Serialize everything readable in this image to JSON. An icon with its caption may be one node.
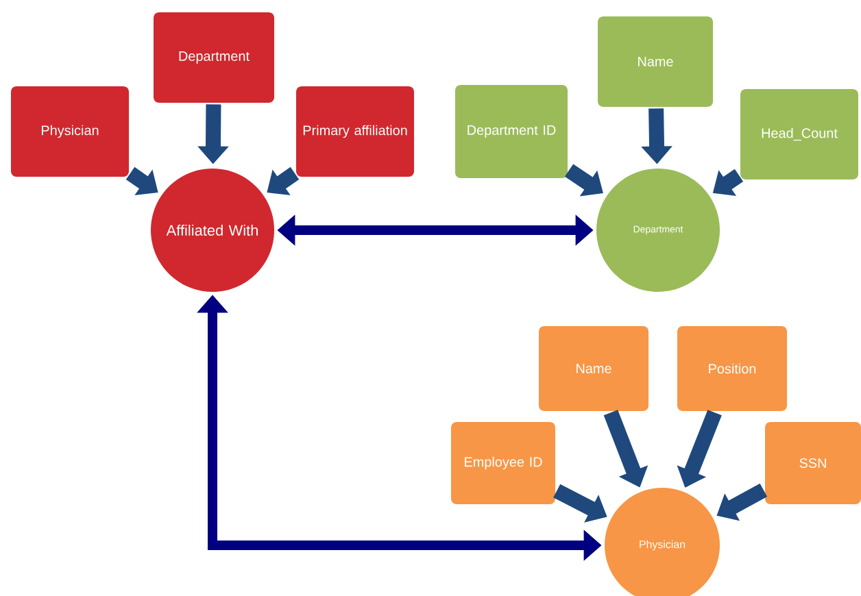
{
  "diagram": {
    "nodes": [
      {
        "text": [
          "Department"
        ]
      },
      {
        "text": [
          "Name"
        ]
      },
      {
        "text": [
          "Physician"
        ]
      },
      {
        "text": [
          "Primary affiliation"
        ]
      },
      {
        "text": [
          "Department ID"
        ]
      },
      {
        "text": [
          "Head_Count"
        ]
      },
      {
        "text": [
          "Affiliated With"
        ]
      },
      {
        "text": [
          "Department"
        ]
      },
      {
        "text": [
          "Name"
        ]
      },
      {
        "text": [
          "Position"
        ]
      },
      {
        "text": [
          "Employee ID"
        ]
      },
      {
        "text": [
          "SSN"
        ]
      },
      {
        "text": [
          "Physician"
        ]
      }
    ],
    "edges": [
      {
        "from": 0,
        "to": 6,
        "arrow": "to"
      },
      {
        "from": 2,
        "to": 6,
        "arrow": "to"
      },
      {
        "from": 3,
        "to": 6,
        "arrow": "to"
      },
      {
        "from": 1,
        "to": 7,
        "arrow": "to"
      },
      {
        "from": 4,
        "to": 7,
        "arrow": "to"
      },
      {
        "from": 5,
        "to": 7,
        "arrow": "to"
      },
      {
        "from": 8,
        "to": 12,
        "arrow": "to"
      },
      {
        "from": 9,
        "to": 12,
        "arrow": "to"
      },
      {
        "from": 10,
        "to": 12,
        "arrow": "to"
      },
      {
        "from": 11,
        "to": 12,
        "arrow": "to"
      },
      {
        "from": 6,
        "to": 7,
        "arrow": "both",
        "color": "#000080"
      },
      {
        "from": 6,
        "to": 12,
        "arrow": "both",
        "color": "#000080"
      }
    ]
  }
}
